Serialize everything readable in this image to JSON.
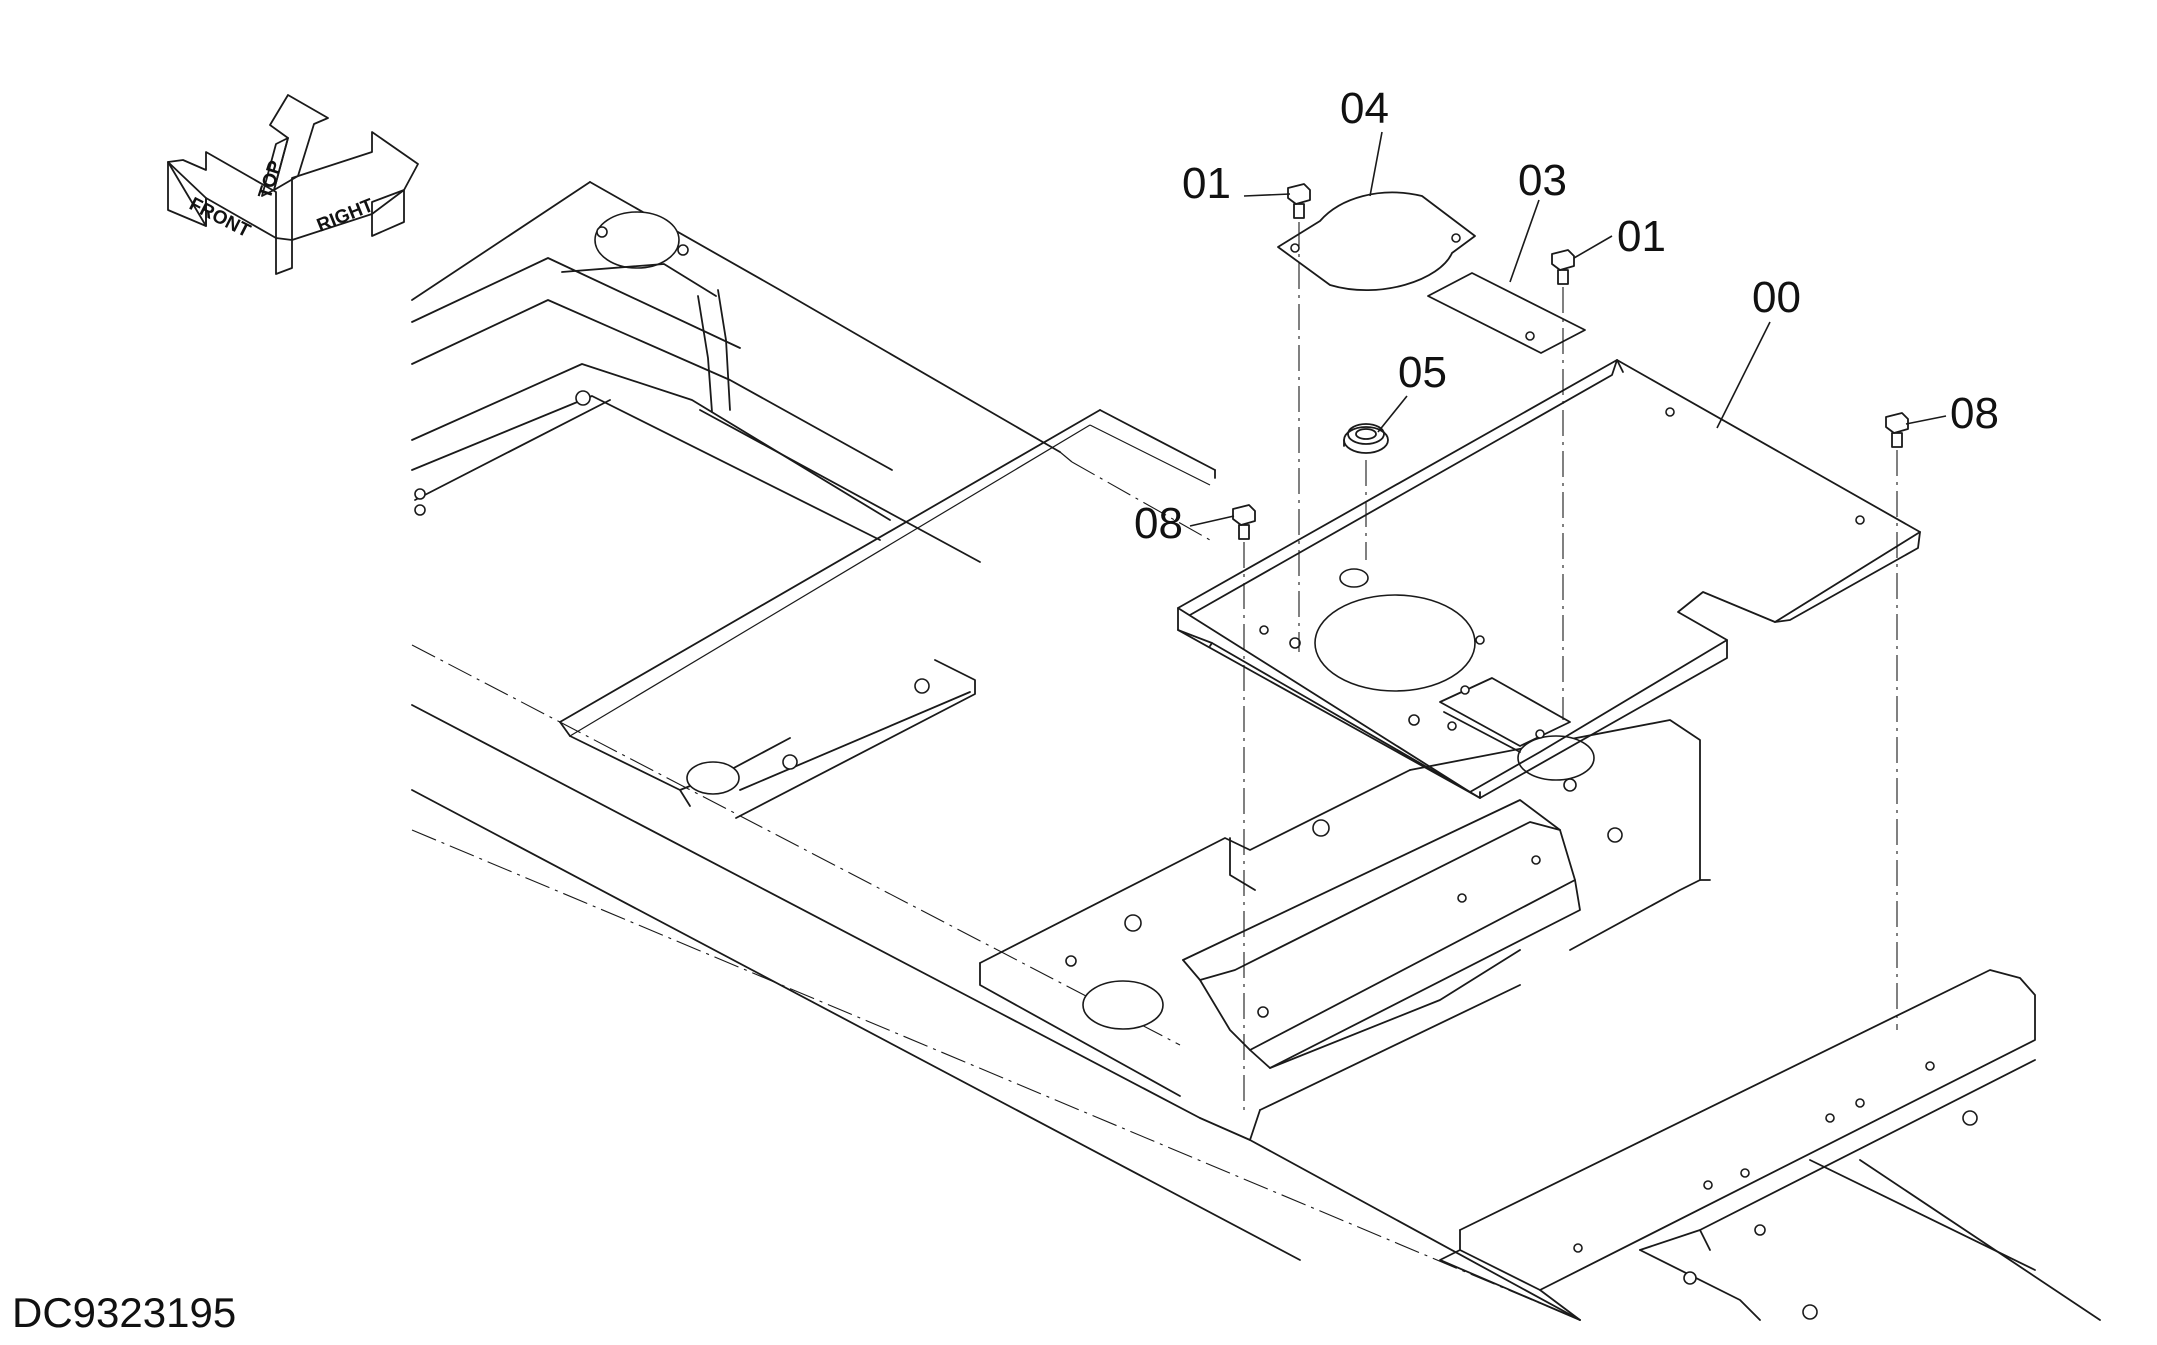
{
  "orientation_labels": {
    "front": "FRONT",
    "top": "TOP",
    "right": "RIGHT"
  },
  "callouts": {
    "bolt_upper_left": "01",
    "bolt_upper_right": "01",
    "cover_04": "04",
    "plate_03": "03",
    "cover_plate_00": "00",
    "grommet_05": "05",
    "bolt_08_left": "08",
    "bolt_08_right": "08"
  },
  "drawing_id": "DC9323195",
  "icons": [
    "orientation-arrows-icon"
  ]
}
